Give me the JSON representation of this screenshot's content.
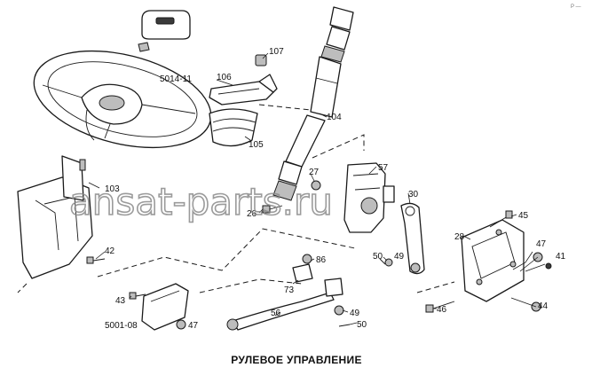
{
  "diagram": {
    "title": "РУЛЕВОЕ УПРАВЛЕНИЕ",
    "watermark": "ansat-parts.ru",
    "corner_mark": "P —",
    "labels": {
      "l107": "107",
      "l5014": "5014-11",
      "l106": "106",
      "l104": "104",
      "l105": "105",
      "l27": "27",
      "l57": "57",
      "l103": "103",
      "l26": "26",
      "l30": "30",
      "l45": "45",
      "l28": "28",
      "l47a": "47",
      "l41": "41",
      "l42": "42",
      "l86": "86",
      "l50a": "50",
      "l49a": "49",
      "l73": "73",
      "l43": "43",
      "l56": "56",
      "l49b": "49",
      "l50b": "50",
      "l46": "46",
      "l44": "44",
      "l5001": "5001-08",
      "l47b": "47"
    }
  }
}
